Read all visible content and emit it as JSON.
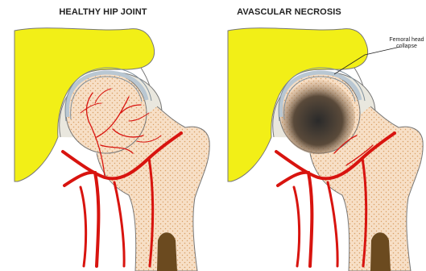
{
  "panels": [
    {
      "title": "HEALTHY HIP JOINT"
    },
    {
      "title": "AVASCULAR NECROSIS",
      "callout": {
        "line1": "Femoral head",
        "line2": "collapse"
      }
    }
  ],
  "colors": {
    "pelvis": "#f2ef17",
    "bone": "#f7dfc6",
    "bone_dots": "#d9a066",
    "cartilage": "#b9c7d2",
    "artery": "#d8140f",
    "marrow": "#6b4a1f",
    "necrosis": "#3a3a3a",
    "outline": "#555555"
  }
}
